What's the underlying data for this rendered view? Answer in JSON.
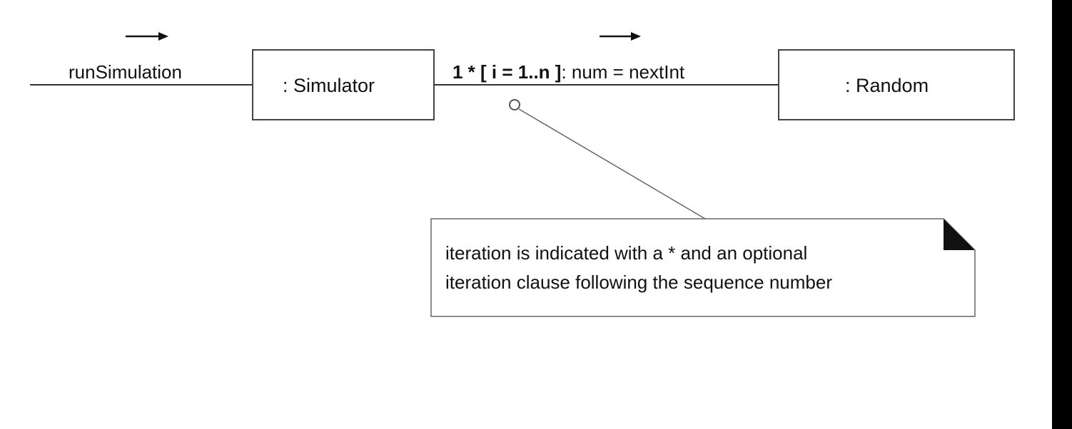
{
  "diagram": {
    "incoming_message": "runSimulation",
    "objects": {
      "simulator": ": Simulator",
      "random": ": Random"
    },
    "link_message": {
      "bold_part": "1 * [ i = 1..n ]",
      "rest": ": num = nextInt"
    },
    "note": {
      "line1": "iteration is indicated with a * and an optional",
      "line2": "iteration clause following the sequence number"
    }
  }
}
